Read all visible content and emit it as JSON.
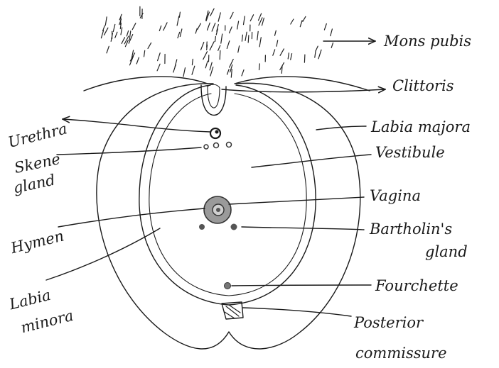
{
  "labels": {
    "mons_pubis": "Mons pubis",
    "clitoris": "Clittoris",
    "urethra": "Urethra",
    "labia_majora": "Labia majora",
    "skene_1": "Skene",
    "skene_2": "gland",
    "vestibule": "Vestibule",
    "vagina": "Vagina",
    "hymen": "Hymen",
    "bartholin_1": "Bartholin's",
    "bartholin_2": "gland",
    "labia_minora_1": "Labia",
    "labia_minora_2": "minora",
    "fourchette": "Fourchette",
    "posterior_1": "Posterior",
    "posterior_2": "commissure"
  },
  "colors": {
    "ink": "#1a1a1a",
    "vagina_fill": "#8a8a8a",
    "dot_fill": "#555555"
  }
}
